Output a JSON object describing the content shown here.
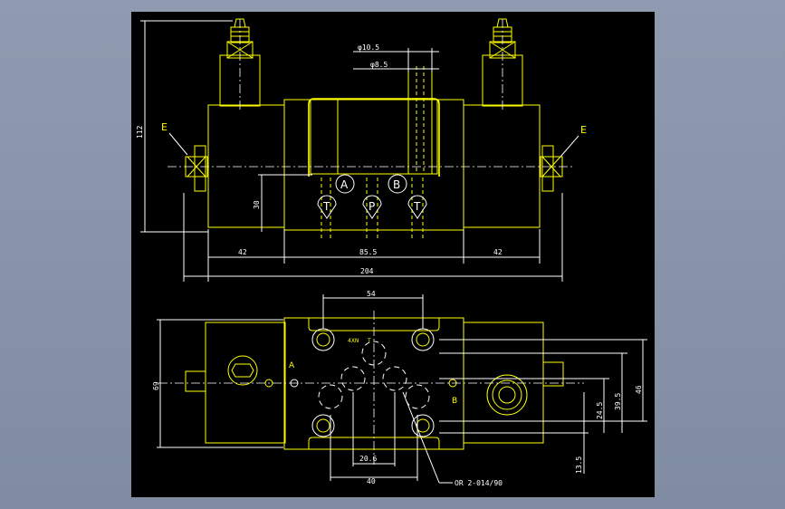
{
  "drawing": {
    "dimensions": {
      "d_top_large": "φ10.5",
      "d_top_small": "φ8.5",
      "height_total": "112",
      "height_port": "30",
      "left_width": "42",
      "mid_width": "85.5",
      "right_width": "42",
      "total_width": "204",
      "plan_top": "54",
      "plan_height": "69",
      "plan_spacing": "20.6",
      "plan_bottom": "40",
      "right_46": "46",
      "right_39_5": "39.5",
      "right_24_5": "24.5",
      "right_13_5": "13.5",
      "oring": "OR 2-014/90"
    },
    "labels": {
      "e_left": "E",
      "e_right": "E",
      "port_a": "A",
      "port_b": "B",
      "port_t1": "T",
      "port_p": "P",
      "port_t2": "T",
      "plan_a": "A",
      "plan_b": "B",
      "plan_top_note": "4XN",
      "plan_top_note2": "T"
    }
  }
}
